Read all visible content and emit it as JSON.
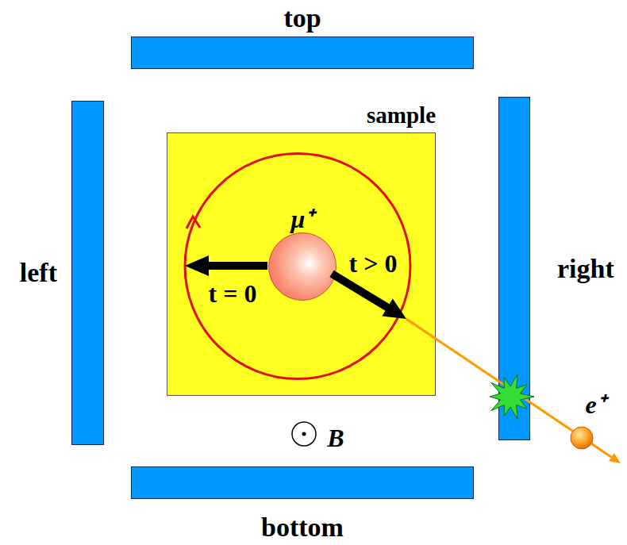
{
  "diagram": {
    "nodes": [
      {
        "text": [
          "top"
        ]
      },
      {
        "text": [
          "left"
        ]
      },
      {
        "text": [
          "sample"
        ]
      },
      {
        "text": [
          "μ⁺"
        ],
        "in": 2
      },
      {
        "text": [
          "right"
        ]
      },
      {
        "text": [
          "bottom"
        ]
      }
    ],
    "labels": [
      "t = 0",
      "t > 0",
      "e⁺",
      "B"
    ]
  }
}
